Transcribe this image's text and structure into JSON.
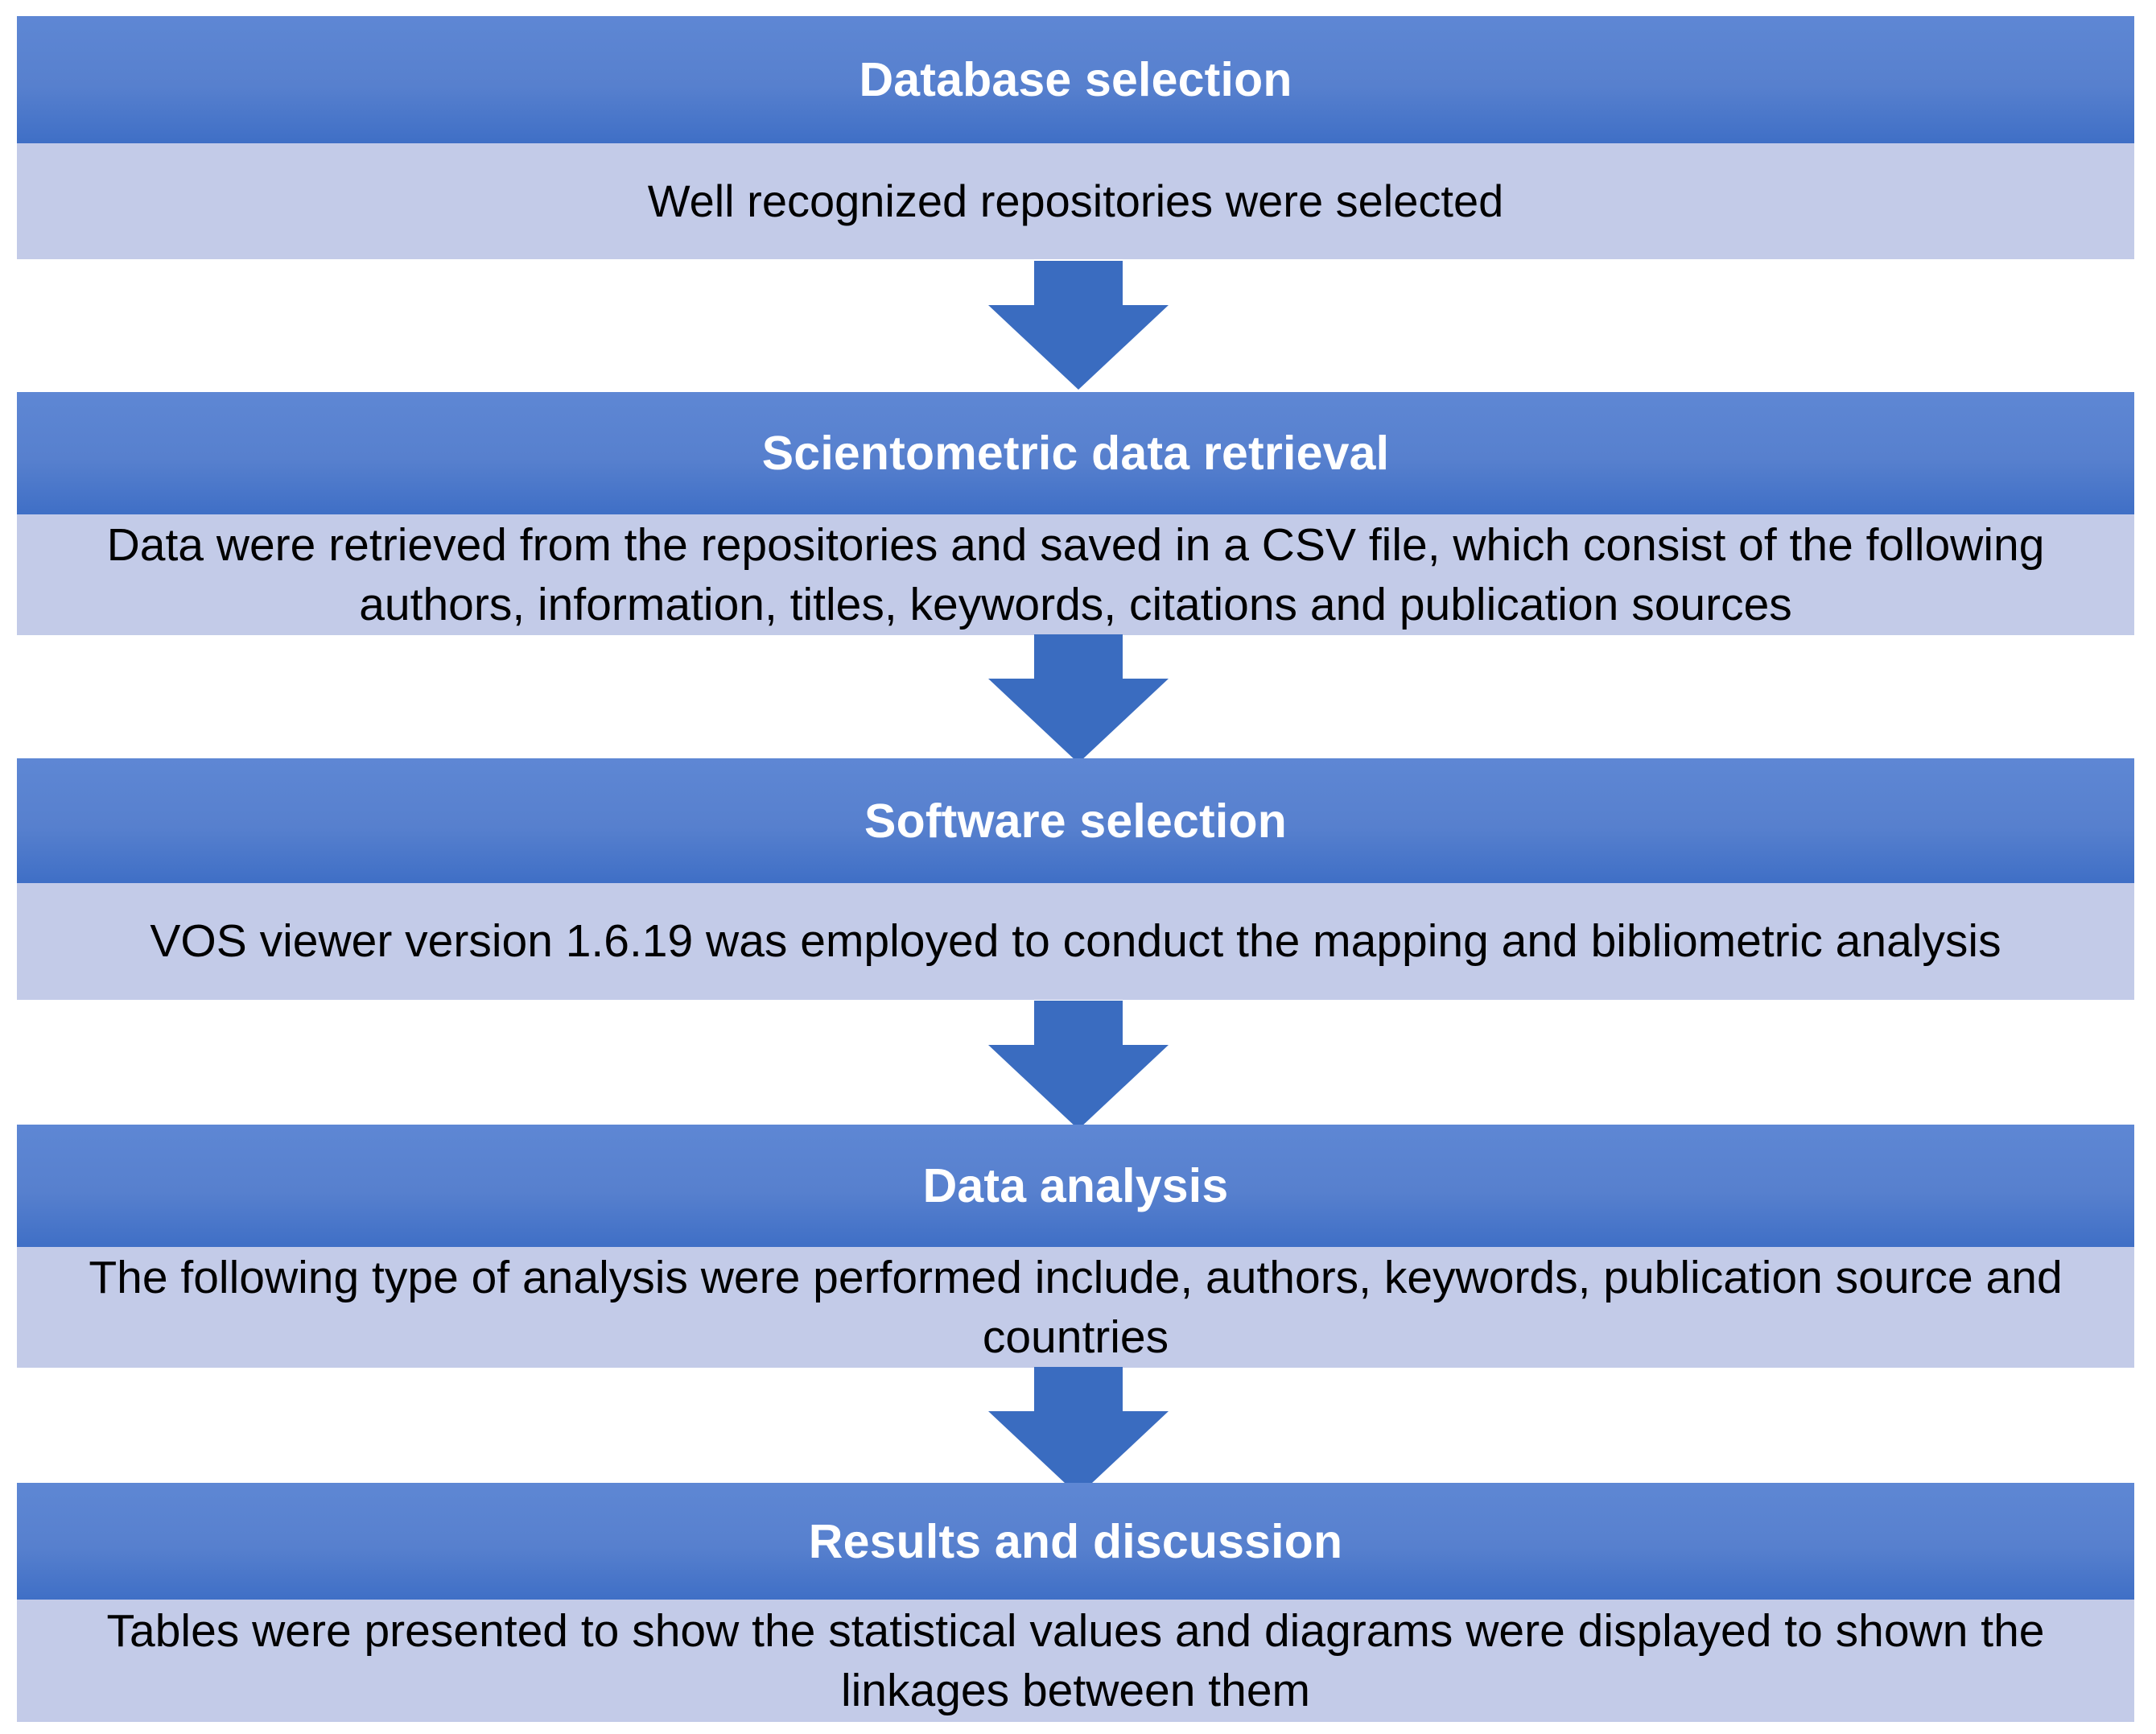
{
  "diagram": {
    "title": "Research methodology flowchart",
    "colors": {
      "header_blue": "#5780ce",
      "body_light_blue": "#c3cbe8",
      "arrow_blue": "#3a6cc0",
      "header_text": "#ffffff",
      "body_text": "#000000",
      "background": "#ffffff"
    },
    "arrow_icon_name": "down-arrow-icon",
    "stages": [
      {
        "id": "database-selection",
        "header": "Database selection",
        "body": "Well recognized repositories were selected"
      },
      {
        "id": "scientometric-data-retrieval",
        "header": "Scientometric data retrieval",
        "body": "Data were retrieved from the repositories and saved in a CSV file, which consist of the following authors, information, titles, keywords, citations and publication sources"
      },
      {
        "id": "software-selection",
        "header": "Software selection",
        "body": "VOS viewer version 1.6.19  was employed  to conduct the mapping and bibliometric analysis"
      },
      {
        "id": "data-analysis",
        "header": "Data analysis",
        "body": "The following type of analysis were performed include, authors, keywords, publication source and countries"
      },
      {
        "id": "results-and-discussion",
        "header": "Results and discussion",
        "body": "Tables were presented to show the statistical values and diagrams were displayed to shown the linkages between them"
      }
    ],
    "connectors": [
      {
        "id": "connector-1",
        "from": "database-selection",
        "to": "scientometric-data-retrieval",
        "direction": "down"
      },
      {
        "id": "connector-2",
        "from": "scientometric-data-retrieval",
        "to": "software-selection",
        "direction": "down"
      },
      {
        "id": "connector-3",
        "from": "software-selection",
        "to": "data-analysis",
        "direction": "down"
      },
      {
        "id": "connector-4",
        "from": "data-analysis",
        "to": "results-and-discussion",
        "direction": "down"
      }
    ]
  }
}
